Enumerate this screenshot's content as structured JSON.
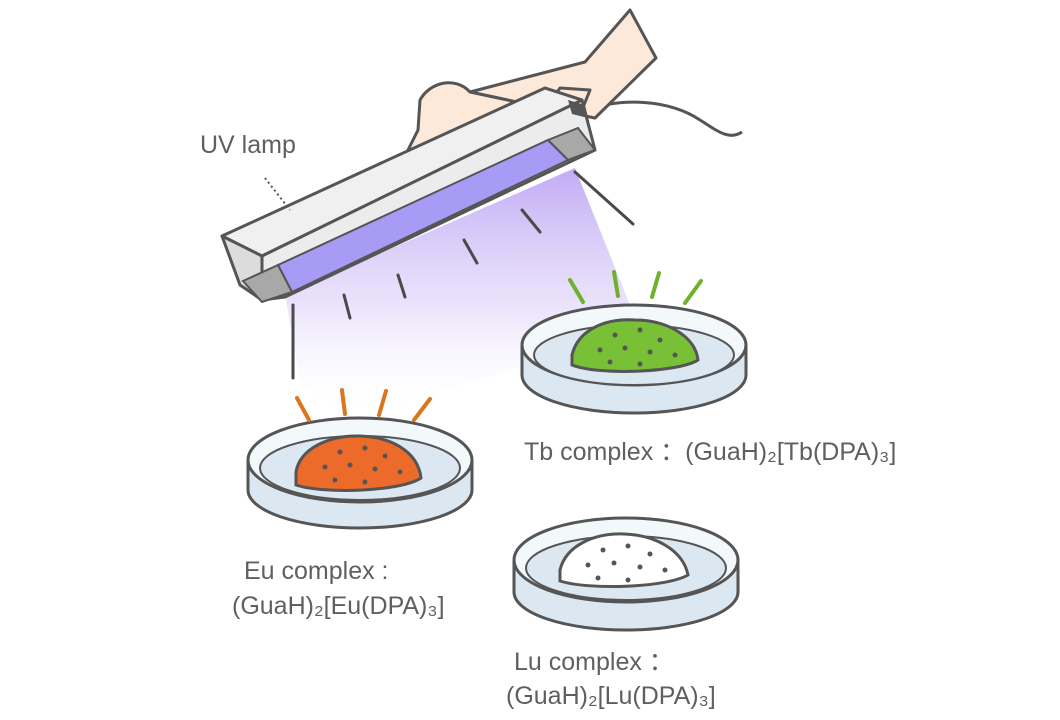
{
  "labels": {
    "lamp": "UV lamp",
    "tb": "Tb complex ：(GuaH)₂[Tb(DPA)₃]",
    "eu_line1": "Eu complex :",
    "eu_line2": "(GuaH)₂[Eu(DPA)₃]",
    "lu_line1": "Lu complex ：",
    "lu_line2": "(GuaH)₂[Lu(DPA)₃]"
  },
  "colors": {
    "uv_tube": "#a89bf5",
    "uv_glow": "#c9b8f7",
    "eu_sample": "#ec6a2a",
    "eu_emission": "#d9761e",
    "tb_sample": "#78c035",
    "tb_emission": "#6fb12d",
    "lu_sample": "#ffffff",
    "dish": "#dbe8f2",
    "outline": "#555555"
  }
}
